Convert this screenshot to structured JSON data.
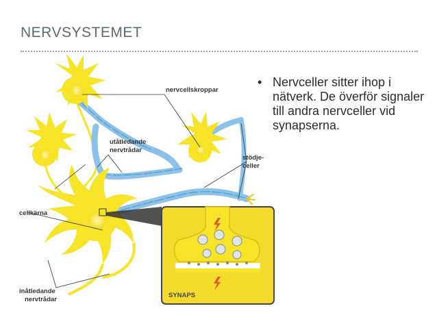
{
  "slide": {
    "title": "NERVSYSTEMET",
    "bullets": [
      "Nervceller sitter ihop i nätverk. De överför signaler till andra nervceller vid synapserna."
    ]
  },
  "diagram": {
    "labels": {
      "cell_bodies": "nervcellskroppar",
      "outgoing_fibers_line1": "utåtledande",
      "outgoing_fibers_line2": "nervtrådar",
      "support_cells_line1": "stödje-",
      "support_cells_line2": "celler",
      "nucleus": "cellkärna",
      "incoming_fibers_line1": "inåtledande",
      "incoming_fibers_line2": "nervtrådar",
      "synapse": "SYNAPS"
    },
    "colors": {
      "neuron": "#f7e327",
      "neuron_dark": "#e8c81a",
      "myelin": "#8cc2ea",
      "myelin_edge": "#4d8fc2",
      "synapse_bg": "#f4da2c",
      "synapse_frame": "#444444",
      "signal": "#e3582a",
      "vesicle": "#dfe5e7"
    }
  }
}
